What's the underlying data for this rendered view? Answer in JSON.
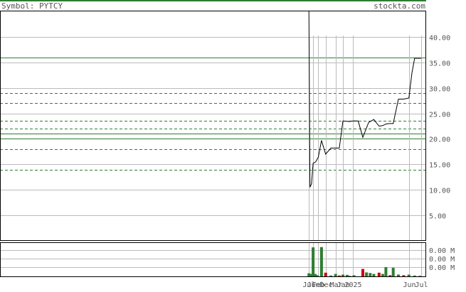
{
  "header": {
    "symbol_label": "Symbol: PYTCY",
    "site": "stockta.com"
  },
  "colors": {
    "price_line": "#000000",
    "grid": "#bbbbbb",
    "resistance_solid": "#2e7d32",
    "support_dashed": "#2e7d32",
    "volume_up": "#2e7d32",
    "volume_down": "#cc0000",
    "text": "#555555"
  },
  "chart_data": [
    {
      "type": "line",
      "title": "",
      "xlabel": "",
      "ylabel": "",
      "ylim": [
        0,
        45
      ],
      "y_ticks": [
        "40.00",
        "35.00",
        "30.00",
        "25.00",
        "20.00",
        "15.00",
        "10.00",
        "5.00"
      ],
      "y_tick_values": [
        40,
        35,
        30,
        25,
        20,
        15,
        10,
        5
      ],
      "x": [
        "2024-11-18",
        "2024-11-20",
        "2024-11-23",
        "2024-11-26",
        "2024-12-01",
        "2024-12-06",
        "2024-12-12",
        "2024-12-20",
        "2024-12-30",
        "2025-01-08",
        "2025-01-15",
        "2025-01-22",
        "2025-02-03",
        "2025-02-10",
        "2025-02-20",
        "2025-03-01",
        "2025-03-12",
        "2025-03-22",
        "2025-04-01",
        "2025-04-08",
        "2025-04-14",
        "2025-04-20",
        "2025-04-28",
        "2025-05-08",
        "2025-05-18",
        "2025-05-28",
        "2025-06-03",
        "2025-06-08",
        "2025-06-12",
        "2025-06-18",
        "2025-06-21"
      ],
      "series": [
        {
          "values": [
            45.0,
            10.5,
            11.2,
            15.2,
            15.5,
            16.4,
            19.7,
            17.0,
            18.2,
            18.2,
            18.2,
            23.5,
            23.4,
            23.5,
            23.5,
            20.3,
            23.2,
            23.8,
            22.5,
            22.6,
            22.9,
            23.0,
            23.0,
            27.8,
            27.8,
            28.0,
            33.0,
            35.8,
            35.8,
            35.8,
            35.8
          ]
        }
      ],
      "horizontal_lines": {
        "solid": [
          36.0,
          21.0,
          20.0
        ],
        "dashed": [
          29.0,
          27.0,
          23.5,
          22.0,
          18.0,
          14.0
        ]
      },
      "x_tick_labels": [
        "Jul",
        "Jun",
        "Feb",
        "Dec",
        "Mar",
        "Jan",
        "2025",
        "Jun",
        "Jul"
      ],
      "x_tick_dates": [
        "2024-11-18",
        "2024-11-26",
        "2024-12-06",
        "2024-12-20",
        "2025-01-08",
        "2025-01-22",
        "2025-02-10",
        "2025-05-28",
        "2025-06-21"
      ]
    },
    {
      "type": "bar",
      "title": "",
      "y_ticks": [
        "0.00 M",
        "0.00 M",
        "0.00 M"
      ],
      "bars": [
        {
          "x": "2024-11-18",
          "value": 0.12,
          "color": "up"
        },
        {
          "x": "2024-11-22",
          "value": 0.1,
          "color": "up"
        },
        {
          "x": "2024-11-26",
          "value": 0.95,
          "color": "up"
        },
        {
          "x": "2024-11-30",
          "value": 0.1,
          "color": "up"
        },
        {
          "x": "2024-12-04",
          "value": 0.06,
          "color": "up"
        },
        {
          "x": "2024-12-12",
          "value": 0.96,
          "color": "up"
        },
        {
          "x": "2024-12-20",
          "value": 0.14,
          "color": "down"
        },
        {
          "x": "2024-12-30",
          "value": 0.05,
          "color": "up"
        },
        {
          "x": "2025-01-08",
          "value": 0.1,
          "color": "up"
        },
        {
          "x": "2025-01-15",
          "value": 0.05,
          "color": "down"
        },
        {
          "x": "2025-01-22",
          "value": 0.08,
          "color": "up"
        },
        {
          "x": "2025-01-30",
          "value": 0.07,
          "color": "up"
        },
        {
          "x": "2025-02-03",
          "value": 0.04,
          "color": "up"
        },
        {
          "x": "2025-02-12",
          "value": 0.06,
          "color": "up"
        },
        {
          "x": "2025-03-01",
          "value": 0.26,
          "color": "down"
        },
        {
          "x": "2025-03-08",
          "value": 0.15,
          "color": "up"
        },
        {
          "x": "2025-03-15",
          "value": 0.13,
          "color": "up"
        },
        {
          "x": "2025-03-22",
          "value": 0.1,
          "color": "up"
        },
        {
          "x": "2025-04-01",
          "value": 0.14,
          "color": "down"
        },
        {
          "x": "2025-04-08",
          "value": 0.1,
          "color": "up"
        },
        {
          "x": "2025-04-14",
          "value": 0.32,
          "color": "up"
        },
        {
          "x": "2025-04-22",
          "value": 0.06,
          "color": "down"
        },
        {
          "x": "2025-04-28",
          "value": 0.3,
          "color": "up"
        },
        {
          "x": "2025-05-08",
          "value": 0.08,
          "color": "up"
        },
        {
          "x": "2025-05-18",
          "value": 0.06,
          "color": "down"
        },
        {
          "x": "2025-05-28",
          "value": 0.08,
          "color": "up"
        },
        {
          "x": "2025-06-08",
          "value": 0.05,
          "color": "up"
        },
        {
          "x": "2025-06-18",
          "value": 0.04,
          "color": "up"
        }
      ]
    }
  ]
}
